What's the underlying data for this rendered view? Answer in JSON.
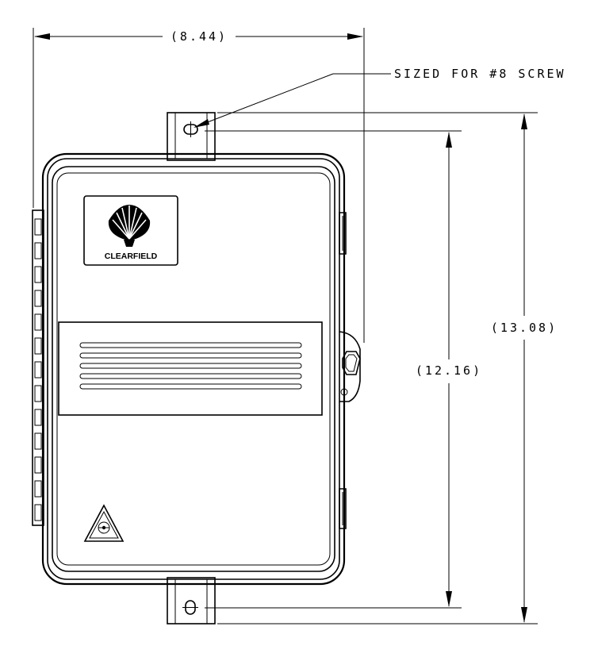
{
  "dimensions": {
    "width": "(8.44)",
    "total_height": "(13.08)",
    "mount_spacing": "(12.16)"
  },
  "callout": {
    "note": "SIZED FOR #8 SCREW"
  },
  "logo": {
    "brand": "CLEARFIELD"
  }
}
